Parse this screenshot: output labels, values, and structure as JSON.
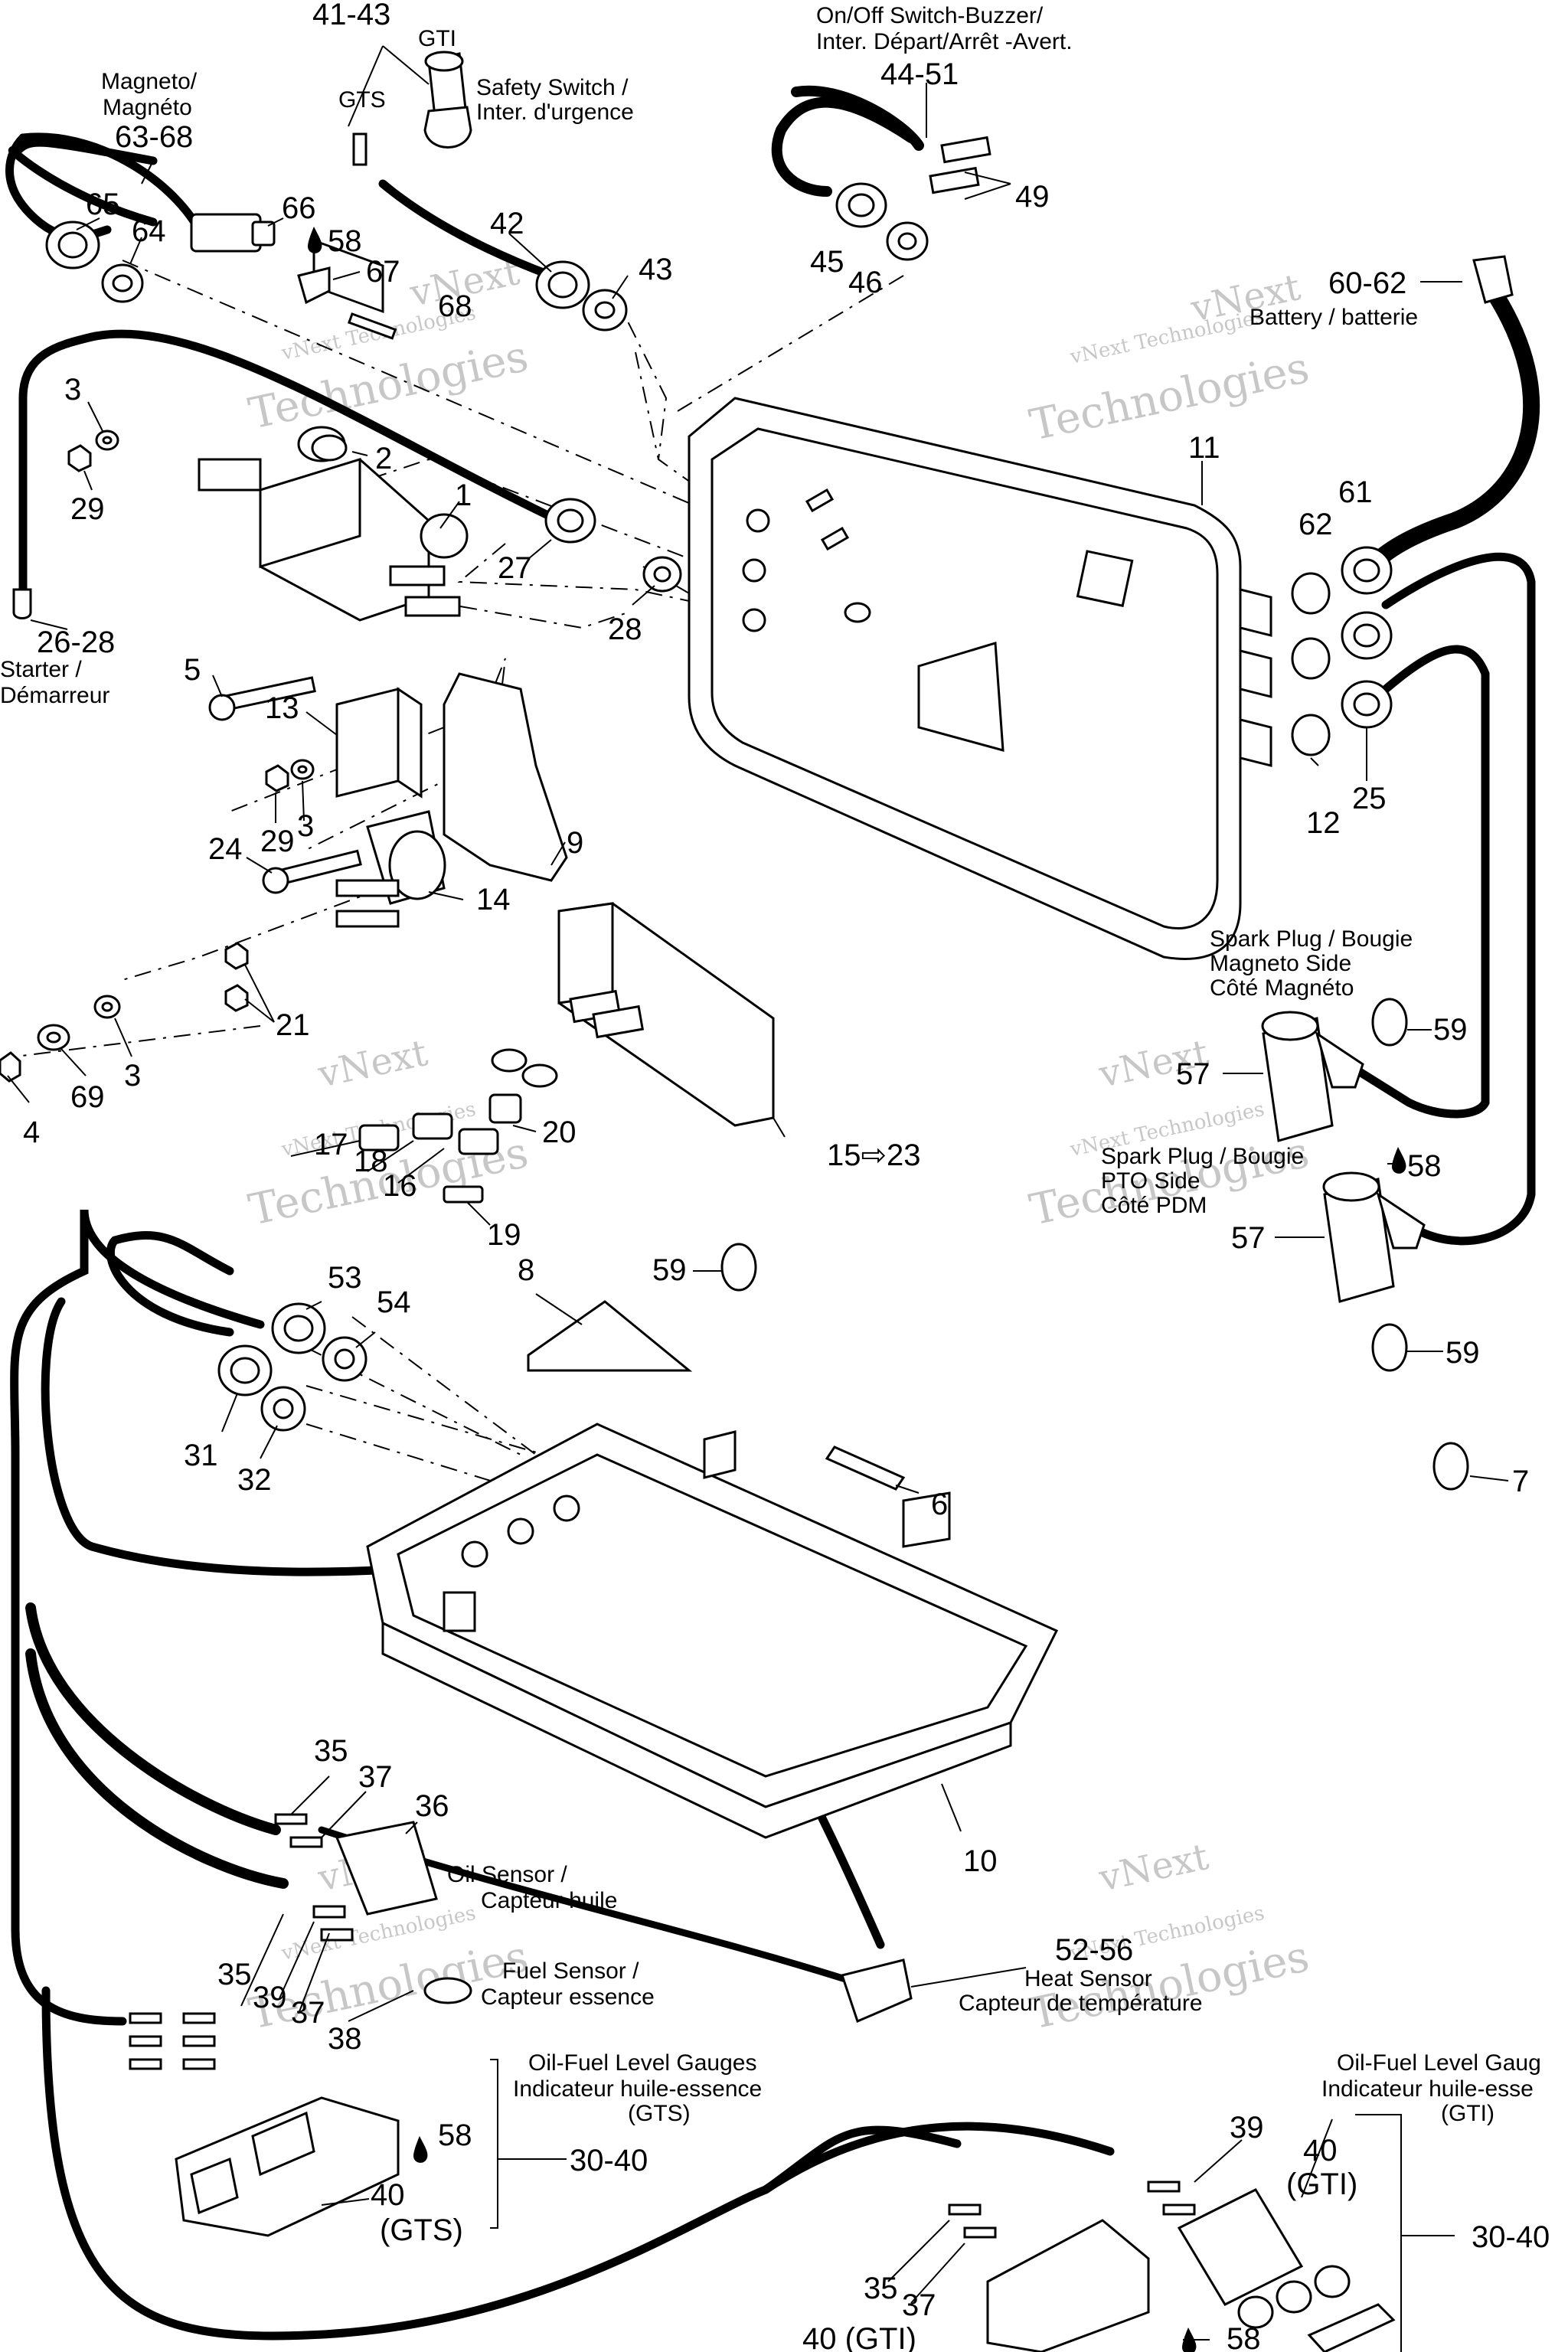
{
  "callouts": {
    "c41_43": "41-43",
    "gti_top": "GTI",
    "gts_top": "GTS",
    "c44_51": "44-51",
    "c49": "49",
    "c45": "45",
    "c46": "46",
    "c63_68": "63-68",
    "c65": "65",
    "c64": "64",
    "c66": "66",
    "c58a": "58",
    "c67": "67",
    "c68": "68",
    "c42": "42",
    "c43": "43",
    "c60_62": "60-62",
    "c11": "11",
    "c61": "61",
    "c62": "62",
    "c3a": "3",
    "c29a": "29",
    "c2": "2",
    "c1": "1",
    "c27": "27",
    "c28": "28",
    "c26_28": "26-28",
    "c5": "5",
    "c13": "13",
    "c29b": "29",
    "c3b": "3",
    "c24": "24",
    "c14": "14",
    "c9": "9",
    "c21": "21",
    "c4": "4",
    "c69": "69",
    "c3c": "3",
    "c12": "12",
    "c25": "25",
    "c59a": "59",
    "c57a": "57",
    "c58b": "58",
    "c57b": "57",
    "c59b": "59",
    "c59c": "59",
    "c7": "7",
    "c20": "20",
    "c17": "17",
    "c18": "18",
    "c16": "16",
    "c19": "19",
    "c15_23": "15⇨23",
    "c8": "8",
    "c53": "53",
    "c54": "54",
    "c31": "31",
    "c32": "32",
    "c6": "6",
    "c10": "10",
    "c35a": "35",
    "c37a": "37",
    "c36": "36",
    "c35b": "35",
    "c39a": "39",
    "c37b": "37",
    "c38": "38",
    "c52_56": "52-56",
    "c58c": "58",
    "c30_40a": "30-40",
    "c40gts_num": "40",
    "c40gts_sub": "(GTS)",
    "c39b": "39",
    "c40gti_num": "40",
    "c40gti_sub": "(GTI)",
    "c30_40b": "30-40",
    "c35c": "35",
    "c37c": "37",
    "c40gti_bottom": "40 (GTI)",
    "c58d": "58"
  },
  "captions": {
    "magneto_1": "Magneto/",
    "magneto_2": "Magnéto",
    "safety_1": "Safety Switch /",
    "safety_2": "Inter. d'urgence",
    "onoff_1": "On/Off Switch-Buzzer/",
    "onoff_2": "Inter. Départ/Arrêt -Avert.",
    "battery": "Battery / batterie",
    "starter_1": "Starter /",
    "starter_2": "Démarreur",
    "spark_mag_1": "Spark Plug / Bougie",
    "spark_mag_2": "Magneto Side",
    "spark_mag_3": "Côté Magnéto",
    "spark_pto_1": "Spark Plug / Bougie",
    "spark_pto_2": "PTO Side",
    "spark_pto_3": "Côté PDM",
    "oil_1": "Oil  Sensor /",
    "oil_2": "Capteur huile",
    "fuel_1": "Fuel Sensor /",
    "fuel_2": "Capteur essence",
    "heat_1": "Heat Sensor",
    "heat_2": "Capteur de température",
    "gauge_gts_1": "Oil-Fuel Level Gauges",
    "gauge_gts_2": "Indicateur huile-essence",
    "gauge_gts_3": "(GTS)",
    "gauge_gti_1": "Oil-Fuel Level Gaug",
    "gauge_gti_2": "Indicateur huile-esse",
    "gauge_gti_3": "(GTI)"
  },
  "watermark": {
    "line1": "vNext Technologies",
    "line2a": "vNext",
    "line2b": "Technologies"
  },
  "colors": {
    "ink": "#000000",
    "watermark": "#9a9a9a",
    "paper": "#ffffff"
  }
}
